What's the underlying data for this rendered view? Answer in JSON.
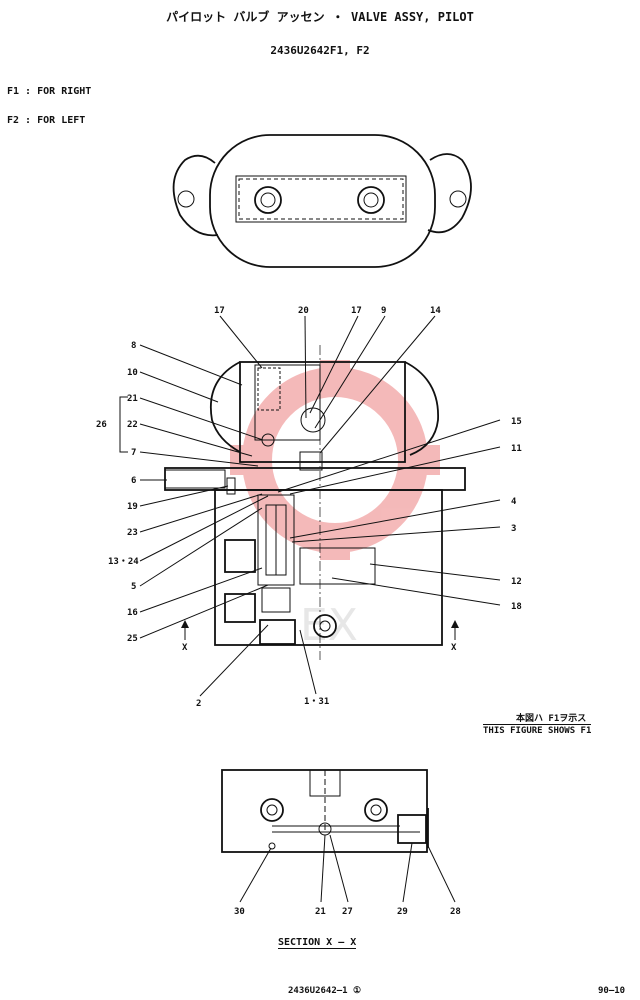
{
  "title": "パイロット バルブ アッセン ・ VALVE ASSY, PILOT",
  "part_number": "2436U2642F1, F2",
  "variants": [
    {
      "code": "F1 :",
      "desc": "FOR RIGHT"
    },
    {
      "code": "F2 :",
      "desc": "FOR LEFT"
    }
  ],
  "figure_note": {
    "jp": "本図ハ F1ヲ示ス",
    "en": "THIS FIGURE SHOWS  F1"
  },
  "section_marks": [
    "X",
    "X"
  ],
  "section_title": "SECTION X – X",
  "callouts_main": [
    "17",
    "20",
    "17",
    "9",
    "14",
    "8",
    "10",
    "21",
    "22",
    "26",
    "7",
    "6",
    "19",
    "23",
    "13・24",
    "5",
    "16",
    "25",
    "2",
    "1・31",
    "15",
    "11",
    "4",
    "3",
    "12",
    "18"
  ],
  "callouts_section": [
    "30",
    "21",
    "27",
    "29",
    "28"
  ],
  "drawing_number": "2436U2642–1 ①",
  "page_number": "90–10",
  "colors": {
    "ink": "#111111",
    "watermark": "#e23a3a"
  }
}
